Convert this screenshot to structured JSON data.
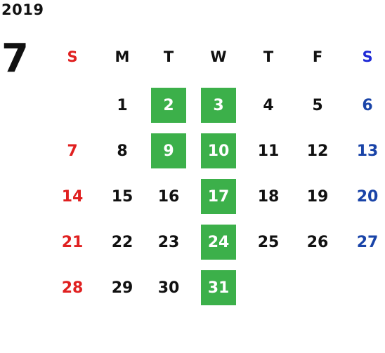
{
  "calendar": {
    "year": "2019",
    "month": "7",
    "weekdays": [
      "S",
      "M",
      "T",
      "W",
      "T",
      "F",
      "S"
    ],
    "colors": {
      "sunday": "#e02020",
      "saturday": "#1a44a8",
      "saturday_header": "#1f2ad6",
      "weekday": "#111111",
      "highlight_bg": "#3cb04a",
      "highlight_text": "#ffffff"
    },
    "weeks": [
      [
        "",
        "1",
        "2",
        "3",
        "4",
        "5",
        "6"
      ],
      [
        "7",
        "8",
        "9",
        "10",
        "11",
        "12",
        "13"
      ],
      [
        "14",
        "15",
        "16",
        "17",
        "18",
        "19",
        "20"
      ],
      [
        "21",
        "22",
        "23",
        "24",
        "25",
        "26",
        "27"
      ],
      [
        "28",
        "29",
        "30",
        "31",
        "",
        "",
        ""
      ]
    ],
    "highlighted_days": [
      "2",
      "3",
      "9",
      "10",
      "17",
      "24",
      "31"
    ]
  }
}
